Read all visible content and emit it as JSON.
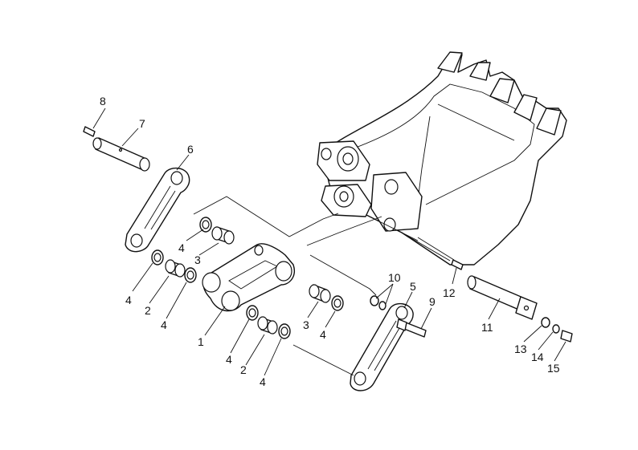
{
  "colors": {
    "line": "#111111",
    "background": "#ffffff"
  },
  "callouts": {
    "c1": "1",
    "c2a": "2",
    "c2b": "2",
    "c3a": "3",
    "c3b": "3",
    "c4a": "4",
    "c4b": "4",
    "c4c": "4",
    "c4d": "4",
    "c4e": "4",
    "c4f": "4",
    "c5": "5",
    "c6": "6",
    "c7": "7",
    "c8": "8",
    "c9": "9",
    "c10": "10",
    "c11": "11",
    "c12": "12",
    "c13": "13",
    "c14": "14",
    "c15": "15"
  }
}
